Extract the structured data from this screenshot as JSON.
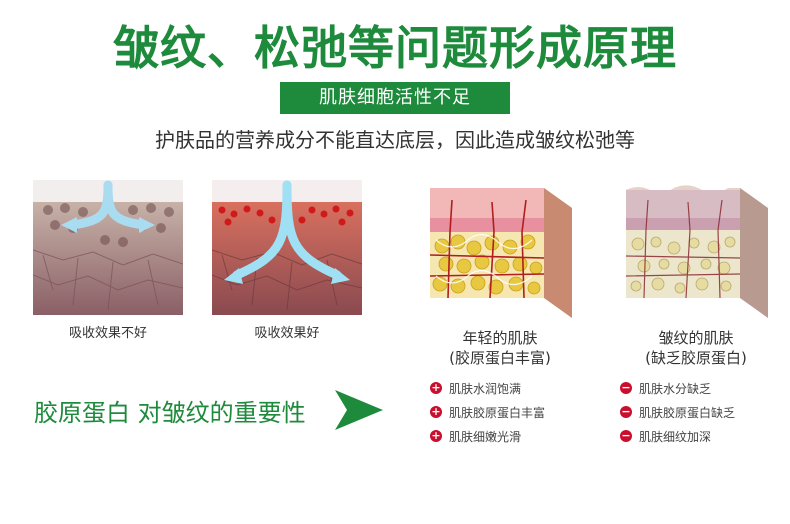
{
  "title": "皱纹、松弛等问题形成原理",
  "subtitle": "肌肤细胞活性不足",
  "caption": "护肤品的营养成分不能直达底层，因此造成皱纹松弛等",
  "skin_panels": [
    {
      "label": "吸收效果不好"
    },
    {
      "label": "吸收效果好"
    }
  ],
  "cubes": [
    {
      "title": "年轻的肌肤",
      "subtitle": "(胶原蛋白丰富)"
    },
    {
      "title": "皱纹的肌肤",
      "subtitle": "(缺乏胶原蛋白)"
    }
  ],
  "bottom_heading": "胶原蛋白 对皱纹的重要性",
  "young_list": {
    "badge": "+",
    "items": [
      "肌肤水润饱满",
      "肌肤胶原蛋白丰富",
      "肌肤细嫩光滑"
    ]
  },
  "aged_list": {
    "badge": "−",
    "items": [
      "肌肤水分缺乏",
      "肌肤胶原蛋白缺乏",
      "肌肤细纹加深"
    ]
  },
  "colors": {
    "brand_green": "#1e8a3c",
    "badge_red": "#c8102e"
  }
}
